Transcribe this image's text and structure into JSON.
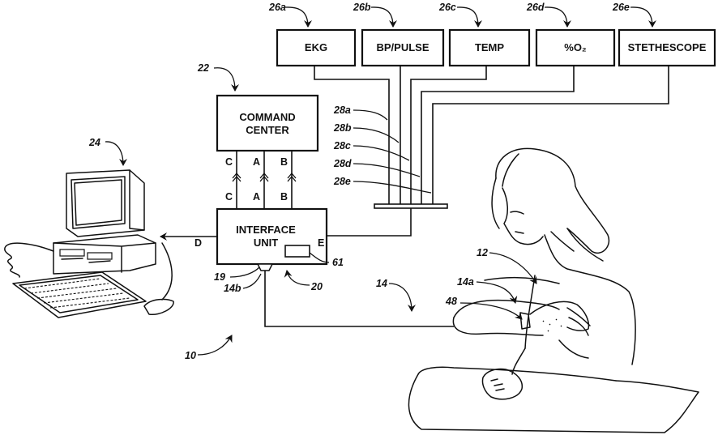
{
  "devices": [
    {
      "name": "EKG",
      "ref": "26a"
    },
    {
      "name": "BP/PULSE",
      "ref": "26b"
    },
    {
      "name": "TEMP",
      "ref": "26c"
    },
    {
      "name": "%O₂",
      "ref": "26d"
    },
    {
      "name": "STETHESCOPE",
      "ref": "26e"
    }
  ],
  "lines": [
    "28a",
    "28b",
    "28c",
    "28d",
    "28e"
  ],
  "command_center": {
    "line1": "COMMAND",
    "line2": "CENTER",
    "ref": "22"
  },
  "interface_unit": {
    "line1": "INTERFACE",
    "line2": "UNIT",
    "ref_connector": "19",
    "ref_sensor": "61",
    "ref_cable": "14b",
    "ref_unit": "20"
  },
  "channels": {
    "c": "C",
    "a": "A",
    "b": "B",
    "d": "D",
    "e": "E"
  },
  "computer": {
    "ref": "24"
  },
  "patient": {
    "ref_patient": "12",
    "ref_cord": "14",
    "ref_band": "14a",
    "ref_device": "48"
  },
  "system": {
    "ref": "10"
  }
}
